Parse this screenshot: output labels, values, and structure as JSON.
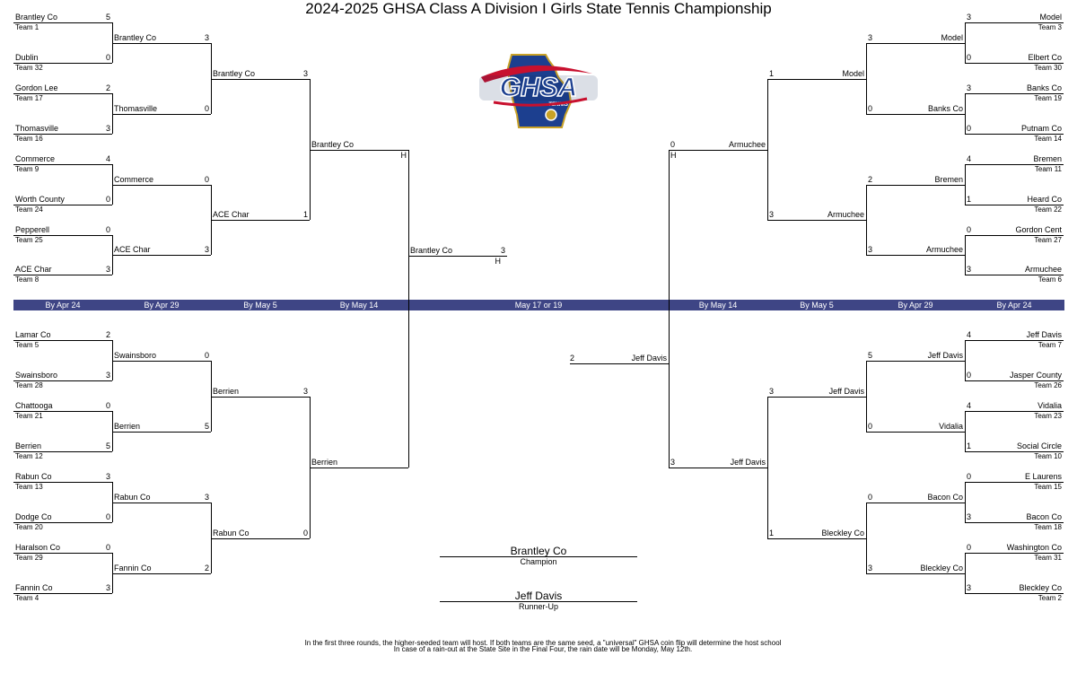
{
  "title": "2024-2025 GHSA Class A Division I Girls State Tennis Championship",
  "logo": {
    "text": "GHSA",
    "subtext": "TENNIS",
    "colors": {
      "blue": "#1c3f8f",
      "red": "#c8102e",
      "gold": "#c9a227",
      "navy": "#0e2a5a"
    }
  },
  "band_color": "#3e4585",
  "round_dates": [
    "By Apr 24",
    "By Apr 29",
    "By May 5",
    "By May 14",
    "May 17 or 19",
    "By May 14",
    "By May 5",
    "By Apr 29",
    "By Apr 24"
  ],
  "left_top": {
    "r1": [
      {
        "name": "Brantley Co",
        "sub": "Team 1",
        "score": "5"
      },
      {
        "name": "Dublin",
        "sub": "Team 32",
        "score": "0"
      },
      {
        "name": "Gordon Lee",
        "sub": "Team 17",
        "score": "2"
      },
      {
        "name": "Thomasville",
        "sub": "Team 16",
        "score": "3"
      },
      {
        "name": "Commerce",
        "sub": "Team 9",
        "score": "4"
      },
      {
        "name": "Worth County",
        "sub": "Team 24",
        "score": "0"
      },
      {
        "name": "Pepperell",
        "sub": "Team 25",
        "score": "0"
      },
      {
        "name": "ACE Char",
        "sub": "Team 8",
        "score": "3"
      }
    ],
    "r2": [
      {
        "name": "Brantley Co",
        "score": "3"
      },
      {
        "name": "Thomasville",
        "score": "0"
      },
      {
        "name": "Commerce",
        "score": "0"
      },
      {
        "name": "ACE Char",
        "score": "3"
      }
    ],
    "r3": [
      {
        "name": "Brantley Co",
        "score": "3"
      },
      {
        "name": "ACE Char",
        "score": "1"
      }
    ],
    "r4": {
      "name": "Brantley Co",
      "host": "H"
    }
  },
  "left_bottom": {
    "r1": [
      {
        "name": "Lamar Co",
        "sub": "Team 5",
        "score": "2"
      },
      {
        "name": "Swainsboro",
        "sub": "Team 28",
        "score": "3"
      },
      {
        "name": "Chattooga",
        "sub": "Team 21",
        "score": "0"
      },
      {
        "name": "Berrien",
        "sub": "Team 12",
        "score": "5"
      },
      {
        "name": "Rabun Co",
        "sub": "Team 13",
        "score": "3"
      },
      {
        "name": "Dodge Co",
        "sub": "Team 20",
        "score": "0"
      },
      {
        "name": "Haralson Co",
        "sub": "Team 29",
        "score": "0"
      },
      {
        "name": "Fannin Co",
        "sub": "Team 4",
        "score": "3"
      }
    ],
    "r2": [
      {
        "name": "Swainsboro",
        "score": "0"
      },
      {
        "name": "Berrien",
        "score": "5"
      },
      {
        "name": "Rabun Co",
        "score": "3"
      },
      {
        "name": "Fannin Co",
        "score": "2"
      }
    ],
    "r3": [
      {
        "name": "Berrien",
        "score": "3"
      },
      {
        "name": "Rabun Co",
        "score": "0"
      }
    ],
    "r4": {
      "name": "Berrien"
    }
  },
  "right_top": {
    "r1": [
      {
        "name": "Model",
        "sub": "Team 3",
        "score": "3"
      },
      {
        "name": "Elbert Co",
        "sub": "Team 30",
        "score": "0"
      },
      {
        "name": "Banks Co",
        "sub": "Team 19",
        "score": "3"
      },
      {
        "name": "Putnam Co",
        "sub": "Team 14",
        "score": "0"
      },
      {
        "name": "Bremen",
        "sub": "Team 11",
        "score": "4"
      },
      {
        "name": "Heard Co",
        "sub": "Team 22",
        "score": "1"
      },
      {
        "name": "Gordon Cent",
        "sub": "Team 27",
        "score": "0"
      },
      {
        "name": "Armuchee",
        "sub": "Team 6",
        "score": "3"
      }
    ],
    "r2": [
      {
        "name": "Model",
        "score": "3"
      },
      {
        "name": "Banks Co",
        "score": "0"
      },
      {
        "name": "Bremen",
        "score": "2"
      },
      {
        "name": "Armuchee",
        "score": "3"
      }
    ],
    "r3": [
      {
        "name": "Model",
        "score": "1"
      },
      {
        "name": "Armuchee",
        "score": "3"
      }
    ],
    "r4": {
      "name": "Armuchee",
      "score": "0",
      "host": "H"
    }
  },
  "right_bottom": {
    "r1": [
      {
        "name": "Jeff Davis",
        "sub": "Team 7",
        "score": "4"
      },
      {
        "name": "Jasper County",
        "sub": "Team 26",
        "score": "0"
      },
      {
        "name": "Vidalia",
        "sub": "Team 23",
        "score": "4"
      },
      {
        "name": "Social Circle",
        "sub": "Team 10",
        "score": "1"
      },
      {
        "name": "E Laurens",
        "sub": "Team 15",
        "score": "0"
      },
      {
        "name": "Bacon Co",
        "sub": "Team 18",
        "score": "3"
      },
      {
        "name": "Washington Co",
        "sub": "Team 31",
        "score": "0"
      },
      {
        "name": "Bleckley Co",
        "sub": "Team 2",
        "score": "3"
      }
    ],
    "r2": [
      {
        "name": "Jeff Davis",
        "score": "5"
      },
      {
        "name": "Vidalia",
        "score": "0"
      },
      {
        "name": "Bacon Co",
        "score": "0"
      },
      {
        "name": "Bleckley Co",
        "score": "3"
      }
    ],
    "r3": [
      {
        "name": "Jeff Davis",
        "score": "3"
      },
      {
        "name": "Bleckley Co",
        "score": "1"
      }
    ],
    "r4": {
      "name": "Jeff Davis",
      "score": "3"
    }
  },
  "final": {
    "left": {
      "name": "Brantley Co",
      "score": "3",
      "host": "H"
    },
    "right": {
      "name": "Jeff Davis",
      "score": "2"
    }
  },
  "champion": {
    "name": "Brantley Co",
    "label": "Champion"
  },
  "runner_up": {
    "name": "Jeff Davis",
    "label": "Runner-Up"
  },
  "footnote1": "In the first three rounds, the higher-seeded team will host.  If both teams are the same seed, a \"universal\" GHSA coin flip will determine the host school",
  "footnote2": "In case of a rain-out at the State Site in the Final Four, the rain date will be Monday, May 12th.",
  "chart_data": {
    "type": "table",
    "title": "2024-2025 GHSA Class A Division I Girls State Tennis Championship",
    "rounds": [
      "By Apr 24",
      "By Apr 29",
      "By May 5",
      "By May 14",
      "May 17 or 19"
    ],
    "matches": [
      {
        "round": "By Apr 24",
        "a": "Brantley Co",
        "a_score": 5,
        "b": "Dublin",
        "b_score": 0
      },
      {
        "round": "By Apr 24",
        "a": "Gordon Lee",
        "a_score": 2,
        "b": "Thomasville",
        "b_score": 3
      },
      {
        "round": "By Apr 24",
        "a": "Commerce",
        "a_score": 4,
        "b": "Worth County",
        "b_score": 0
      },
      {
        "round": "By Apr 24",
        "a": "Pepperell",
        "a_score": 0,
        "b": "ACE Char",
        "b_score": 3
      },
      {
        "round": "By Apr 24",
        "a": "Lamar Co",
        "a_score": 2,
        "b": "Swainsboro",
        "b_score": 3
      },
      {
        "round": "By Apr 24",
        "a": "Chattooga",
        "a_score": 0,
        "b": "Berrien",
        "b_score": 5
      },
      {
        "round": "By Apr 24",
        "a": "Rabun Co",
        "a_score": 3,
        "b": "Dodge Co",
        "b_score": 0
      },
      {
        "round": "By Apr 24",
        "a": "Haralson Co",
        "a_score": 0,
        "b": "Fannin Co",
        "b_score": 3
      },
      {
        "round": "By Apr 24",
        "a": "Model",
        "a_score": 3,
        "b": "Elbert Co",
        "b_score": 0
      },
      {
        "round": "By Apr 24",
        "a": "Banks Co",
        "a_score": 3,
        "b": "Putnam Co",
        "b_score": 0
      },
      {
        "round": "By Apr 24",
        "a": "Bremen",
        "a_score": 4,
        "b": "Heard Co",
        "b_score": 1
      },
      {
        "round": "By Apr 24",
        "a": "Gordon Cent",
        "a_score": 0,
        "b": "Armuchee",
        "b_score": 3
      },
      {
        "round": "By Apr 24",
        "a": "Jeff Davis",
        "a_score": 4,
        "b": "Jasper County",
        "b_score": 0
      },
      {
        "round": "By Apr 24",
        "a": "Vidalia",
        "a_score": 4,
        "b": "Social Circle",
        "b_score": 1
      },
      {
        "round": "By Apr 24",
        "a": "E Laurens",
        "a_score": 0,
        "b": "Bacon Co",
        "b_score": 3
      },
      {
        "round": "By Apr 24",
        "a": "Washington Co",
        "a_score": 0,
        "b": "Bleckley Co",
        "b_score": 3
      },
      {
        "round": "By Apr 29",
        "a": "Brantley Co",
        "a_score": 3,
        "b": "Thomasville",
        "b_score": 0
      },
      {
        "round": "By Apr 29",
        "a": "Commerce",
        "a_score": 0,
        "b": "ACE Char",
        "b_score": 3
      },
      {
        "round": "By Apr 29",
        "a": "Swainsboro",
        "a_score": 0,
        "b": "Berrien",
        "b_score": 5
      },
      {
        "round": "By Apr 29",
        "a": "Rabun Co",
        "a_score": 3,
        "b": "Fannin Co",
        "b_score": 2
      },
      {
        "round": "By Apr 29",
        "a": "Model",
        "a_score": 3,
        "b": "Banks Co",
        "b_score": 0
      },
      {
        "round": "By Apr 29",
        "a": "Bremen",
        "a_score": 2,
        "b": "Armuchee",
        "b_score": 3
      },
      {
        "round": "By Apr 29",
        "a": "Jeff Davis",
        "a_score": 5,
        "b": "Vidalia",
        "b_score": 0
      },
      {
        "round": "By Apr 29",
        "a": "Bacon Co",
        "a_score": 0,
        "b": "Bleckley Co",
        "b_score": 3
      },
      {
        "round": "By May 5",
        "a": "Brantley Co",
        "a_score": 3,
        "b": "ACE Char",
        "b_score": 1
      },
      {
        "round": "By May 5",
        "a": "Berrien",
        "a_score": 3,
        "b": "Rabun Co",
        "b_score": 0
      },
      {
        "round": "By May 5",
        "a": "Model",
        "a_score": 1,
        "b": "Armuchee",
        "b_score": 3
      },
      {
        "round": "By May 5",
        "a": "Jeff Davis",
        "a_score": 3,
        "b": "Bleckley Co",
        "b_score": 1
      },
      {
        "round": "By May 14",
        "a": "Brantley Co",
        "a_score": null,
        "b": "Berrien",
        "b_score": null
      },
      {
        "round": "By May 14",
        "a": "Armuchee",
        "a_score": 0,
        "b": "Jeff Davis",
        "b_score": 3
      },
      {
        "round": "May 17 or 19",
        "a": "Brantley Co",
        "a_score": 3,
        "b": "Jeff Davis",
        "b_score": 2
      }
    ],
    "champion": "Brantley Co",
    "runner_up": "Jeff Davis"
  }
}
